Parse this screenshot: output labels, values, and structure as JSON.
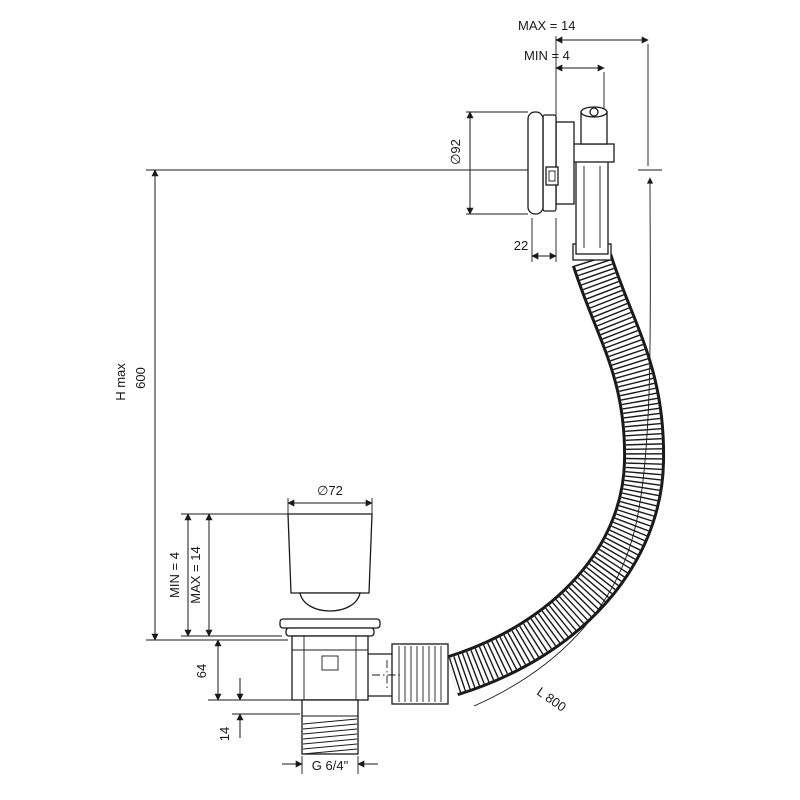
{
  "drawing": {
    "title": "Bath waste and overflow fitting - dimensioned technical drawing",
    "labels": {
      "top_max": "MAX = 14",
      "top_min": "MIN = 4",
      "overflow_diameter": "∅92",
      "overflow_depth": "22",
      "height_name": "H max",
      "height_value": "600",
      "drain_diameter": "∅72",
      "plug_min": "MIN = 4",
      "plug_max": "MAX = 14",
      "body_height": "64",
      "tail_offset": "14",
      "thread": "G 6/4\"",
      "hose_length": "L 800"
    },
    "colors": {
      "line": "#1a1a1a",
      "background": "#ffffff"
    }
  }
}
